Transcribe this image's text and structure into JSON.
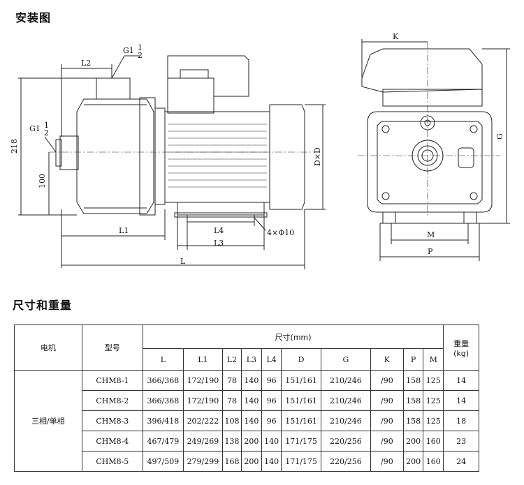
{
  "headings": {
    "install": "安装图",
    "specs": "尺寸和重量"
  },
  "drawing": {
    "side": {
      "G_top": "G1",
      "G_left": "G1",
      "half_num": "1",
      "half_den": "2",
      "L2": "L2",
      "dim218": "218",
      "dim100": "100",
      "DxD": "D×D",
      "L1": "L1",
      "L4": "L4",
      "holes": "4×Φ10",
      "L3": "L3",
      "L": "L"
    },
    "front": {
      "K": "K",
      "G": "G",
      "M": "M",
      "P": "P"
    }
  },
  "table": {
    "col_motor": "电机",
    "col_model": "型号",
    "col_dims": "尺寸(mm)",
    "col_weight": "重量\n(kg)",
    "dim_cols": [
      "L",
      "L1",
      "L2",
      "L3",
      "L4",
      "D",
      "G",
      "K",
      "P",
      "M"
    ],
    "motor_value": "三相/单相",
    "rows": [
      {
        "model": "CHM8-1",
        "L": "366/368",
        "L1": "172/190",
        "L2": "78",
        "L3": "140",
        "L4": "96",
        "D": "151/161",
        "G": "210/246",
        "K": "/90",
        "P": "158",
        "M": "125",
        "W": "14"
      },
      {
        "model": "CHM8-2",
        "L": "366/368",
        "L1": "172/190",
        "L2": "78",
        "L3": "140",
        "L4": "96",
        "D": "151/161",
        "G": "210/246",
        "K": "/90",
        "P": "158",
        "M": "125",
        "W": "14"
      },
      {
        "model": "CHM8-3",
        "L": "396/418",
        "L1": "202/222",
        "L2": "108",
        "L3": "140",
        "L4": "96",
        "D": "151/161",
        "G": "210/246",
        "K": "/90",
        "P": "158",
        "M": "125",
        "W": "18"
      },
      {
        "model": "CHM8-4",
        "L": "467/479",
        "L1": "249/269",
        "L2": "138",
        "L3": "200",
        "L4": "140",
        "D": "171/175",
        "G": "220/256",
        "K": "/90",
        "P": "200",
        "M": "160",
        "W": "23"
      },
      {
        "model": "CHM8-5",
        "L": "497/509",
        "L1": "279/299",
        "L2": "168",
        "L3": "200",
        "L4": "140",
        "D": "171/175",
        "G": "220/256",
        "K": "/90",
        "P": "200",
        "M": "160",
        "W": "24"
      }
    ]
  }
}
